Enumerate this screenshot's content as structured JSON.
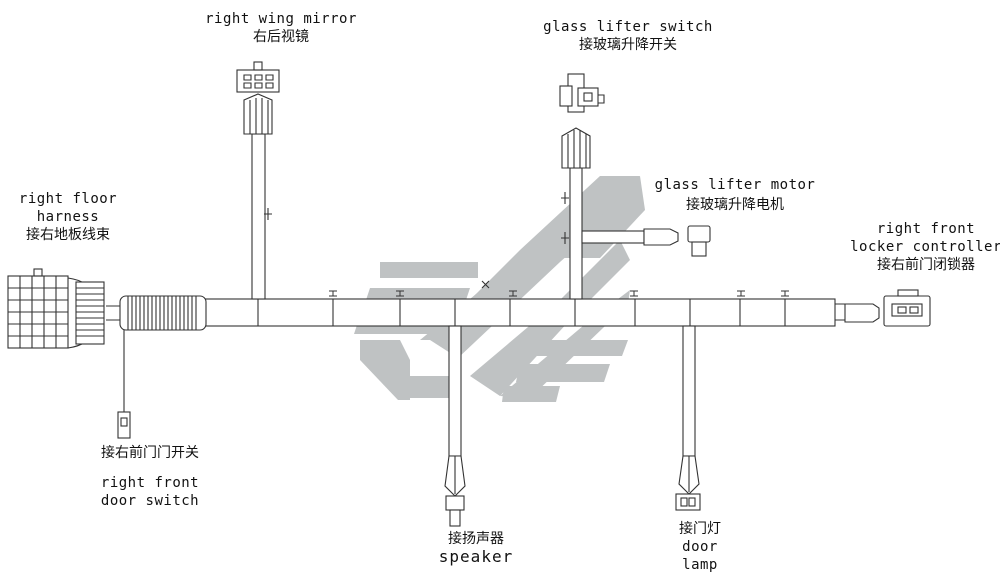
{
  "labels": {
    "right_wing_mirror": {
      "en": "right wing mirror",
      "cn": "右后视镜"
    },
    "glass_lifter_switch": {
      "en": "glass lifter switch",
      "cn": "接玻璃升降开关"
    },
    "glass_lifter_motor": {
      "en": "glass lifter motor",
      "cn": "接玻璃升降电机"
    },
    "right_floor_harness": {
      "en1": "right floor",
      "en2": "harness",
      "cn": "接右地板线束"
    },
    "right_front_locker": {
      "en1": "right front",
      "en2": "locker controller",
      "cn": "接右前门闭锁器"
    },
    "right_front_door_switch": {
      "cn": "接右前门门开关",
      "en1": "right front",
      "en2": "door switch"
    },
    "speaker": {
      "cn": "接扬声器",
      "en": "speaker"
    },
    "door_lamp": {
      "cn": "接门灯",
      "en1": "door",
      "en2": "lamp"
    }
  },
  "colors": {
    "line": "#333333",
    "watermark": "#b9bcbd",
    "watermark_dark": "#a9adaf"
  }
}
